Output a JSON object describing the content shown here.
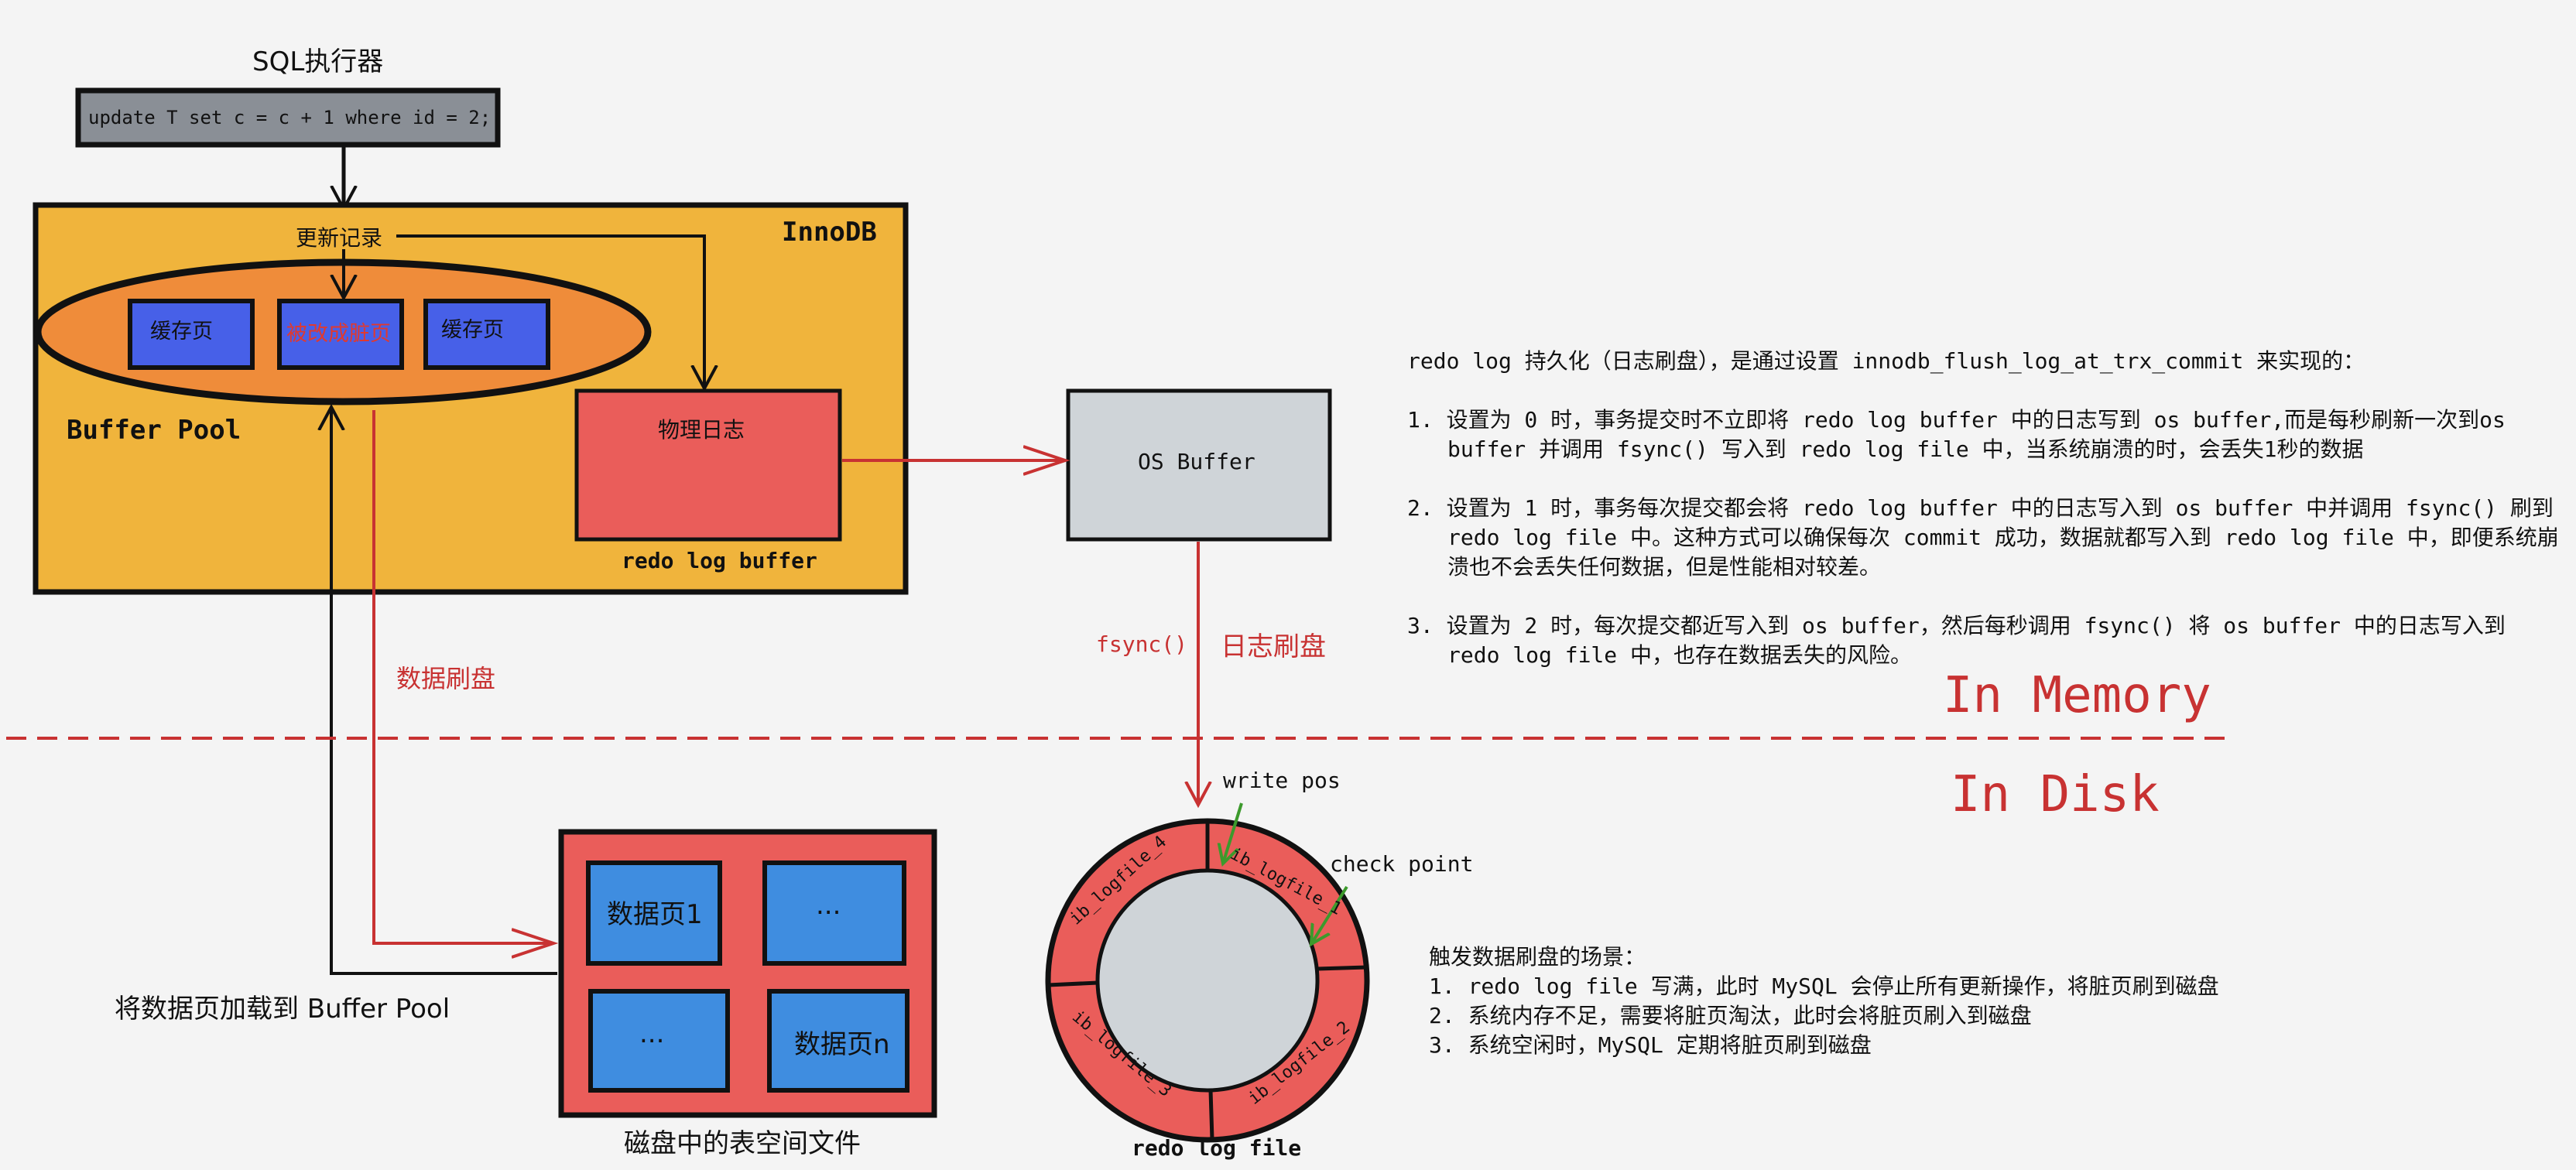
{
  "sql_executor": {
    "title": "SQL执行器",
    "statement": "update T set c = c + 1 where id = 2;"
  },
  "innodb": {
    "title": "InnoDB",
    "update_record": "更新记录",
    "buffer_pool": {
      "label": "Buffer Pool",
      "pages": [
        "缓存页",
        "被改成脏页",
        "缓存页"
      ]
    },
    "redo_log_buffer": {
      "inner_label": "物理日志",
      "caption": "redo log buffer"
    }
  },
  "os_buffer": {
    "label": "OS Buffer"
  },
  "flush_labels": {
    "data_flush": "数据刷盘",
    "fsync": "fsync()",
    "log_flush": "日志刷盘"
  },
  "zones": {
    "memory": "In Memory",
    "disk": "In Disk"
  },
  "tablespace": {
    "pages": [
      "数据页1",
      "...",
      "...",
      "数据页n"
    ],
    "caption": "磁盘中的表空间文件",
    "load_label": "将数据页加载到 Buffer Pool"
  },
  "redo_log_file": {
    "caption": "redo log file",
    "segments": [
      "ib_logfile_1",
      "ib_logfile_2",
      "ib_logfile_3",
      "ib_logfile_4"
    ],
    "write_pos": "write pos",
    "check_point": "check point"
  },
  "persistence_note": {
    "intro": "redo log 持久化（日志刷盘），是通过设置 innodb_flush_log_at_trx_commit 来实现的：",
    "items": [
      "1. 设置为 0 时，事务提交时不立即将 redo log buffer 中的日志写到 os buffer,而是每秒刷新一次到os buffer 并调用 fsync() 写入到 redo log file 中，当系统崩溃的时，会丢失1秒的数据",
      "2. 设置为 1 时，事务每次提交都会将 redo log buffer 中的日志写入到 os buffer 中并调用 fsync() 刷到 redo log file 中。这种方式可以确保每次 commit 成功，数据就都写入到 redo log file 中，即便系统崩溃也不会丢失任何数据，但是性能相对较差。",
      "3. 设置为 2 时，每次提交都近写入到 os buffer，然后每秒调用 fsync() 将 os buffer 中的日志写入到 redo log file 中，也存在数据丢失的风险。"
    ]
  },
  "flush_scenarios": {
    "title": "触发数据刷盘的场景：",
    "items": [
      "1. redo log file 写满，此时 MySQL 会停止所有更新操作，将脏页刷到磁盘",
      "2. 系统内存不足，需要将脏页淘汰，此时会将脏页刷入到磁盘",
      "3. 系统空闲时，MySQL 定期将脏页刷到磁盘"
    ]
  },
  "colors": {
    "innodb_fill": "#f0b43c",
    "pool_fill": "#ef8c3a",
    "page_fill": "#4760e8",
    "dirty_text": "#e0392f",
    "redo_fill": "#ea5d5a",
    "os_fill": "#cfd4d8",
    "sql_fill": "#8a8f96",
    "disk_page_fill": "#3f8de0",
    "accent_red": "#c83232",
    "arrow_green": "#3c9a2c"
  }
}
